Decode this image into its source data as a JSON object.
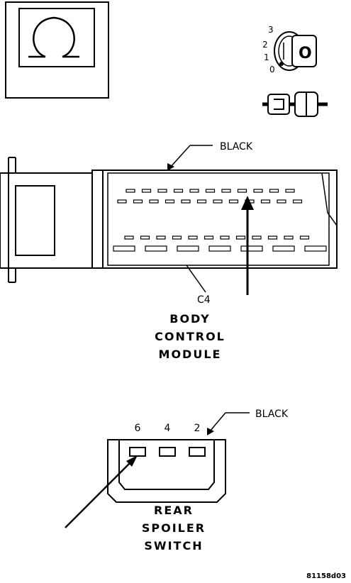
{
  "meter": {
    "symbol": "Ω",
    "icon": "ohmmeter-icon"
  },
  "ignition": {
    "positions": [
      "3",
      "2",
      "1",
      "0"
    ],
    "key_label": "O"
  },
  "bcm": {
    "color_label": "BLACK",
    "connector_label": "C4",
    "title_lines": [
      "BODY",
      "CONTROL",
      "MODULE"
    ]
  },
  "spoiler": {
    "pin_labels": [
      "6",
      "4",
      "2"
    ],
    "color_label": "BLACK",
    "title_lines": [
      "REAR",
      "SPOILER",
      "SWITCH"
    ]
  },
  "figure_id": "81158d03"
}
